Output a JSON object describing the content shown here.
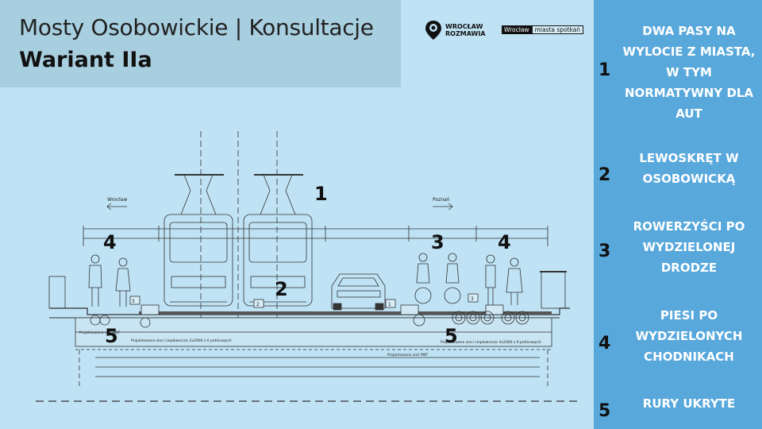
{
  "header": {
    "title": "Mosty Osobowickie | Konsultacje",
    "subtitle": "Wariant IIa"
  },
  "logos": {
    "wroclaw_rozmawia_line1": "WROCŁAW",
    "wroclaw_rozmawia_line2": "ROZMAWIA",
    "miasto_a": "Wrocław",
    "miasto_b": "miasta spotkań"
  },
  "drawing": {
    "direction_left": "Wrocław",
    "direction_right": "Poznań",
    "label_heat_left": "Projektowane sieci ciepłownicze 2x2000 z 6 petlicowych",
    "label_heat_right": "Projektowane sieci ciepłownicze 4x2000 z 6 petlicowych",
    "label_mkt_left": "Projektowana sieć MKT",
    "label_mkt_mid": "Projektowana sieć MKT",
    "markers": [
      "1",
      "2",
      "3",
      "4",
      "4",
      "3",
      "5",
      "5"
    ]
  },
  "sidebar": {
    "items": [
      {
        "num": "1",
        "text": "DWA PASY NA WYLOCIE Z MIASTA, W TYM NORMATYWNY DLA AUT"
      },
      {
        "num": "2",
        "text": "LEWOSKRĘT W OSOBOWICKĄ"
      },
      {
        "num": "3",
        "text": "ROWERZYŚCI PO WYDZIELONEJ DRODZE"
      },
      {
        "num": "4",
        "text": "PIESI PO WYDZIELONYCH CHODNIKACH"
      },
      {
        "num": "5",
        "text": "RURY UKRYTE"
      }
    ]
  },
  "colors": {
    "background": "#bfe3f5",
    "title_box": "#a8cfe0",
    "sidebar": "#58a8dc"
  }
}
